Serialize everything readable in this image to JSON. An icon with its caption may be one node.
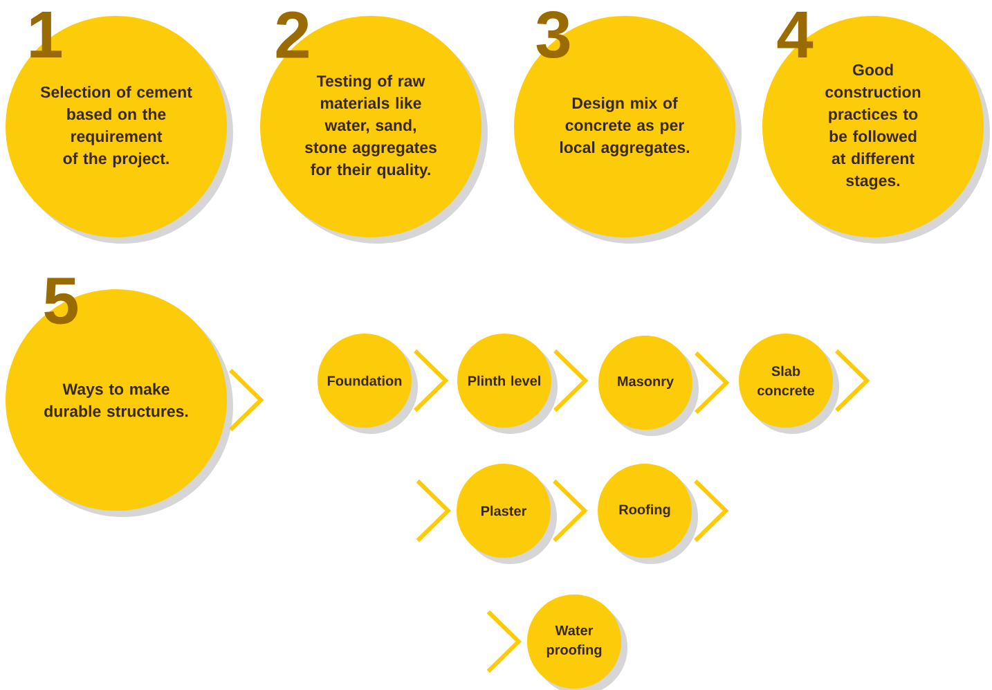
{
  "diagram": {
    "nodes": [
      {
        "text": [
          "Selection of cement based on the requirement of the project."
        ],
        "beside": [
          "1"
        ]
      },
      {
        "text": [
          "Testing of raw materials like water, sand, stone aggregates for their quality."
        ],
        "beside": [
          "2"
        ]
      },
      {
        "text": [
          "Design mix of concrete as per local aggregates."
        ],
        "beside": [
          "3"
        ]
      },
      {
        "text": [
          "Good construction practices to be followed at different stages."
        ],
        "beside": [
          "4"
        ]
      },
      {
        "text": [
          "Ways to make durable structures."
        ],
        "beside": [
          "5"
        ]
      },
      {
        "text": [
          "Foundation"
        ]
      },
      {
        "text": [
          "Plinth level"
        ]
      },
      {
        "text": [
          "Masonry"
        ]
      },
      {
        "text": [
          "Slab concrete"
        ]
      },
      {
        "text": [
          "Plaster"
        ]
      },
      {
        "text": [
          "Roofing"
        ]
      },
      {
        "text": [
          "Water proofing"
        ]
      }
    ],
    "edges": [
      {
        "from": 4,
        "to": 5,
        "arrow": "to"
      },
      {
        "from": 5,
        "to": 6,
        "arrow": "to"
      },
      {
        "from": 6,
        "to": 7,
        "arrow": "to"
      },
      {
        "from": 7,
        "to": 8,
        "arrow": "to"
      },
      {
        "from": 8,
        "to": null,
        "arrow": "to"
      },
      {
        "from": null,
        "to": 9,
        "arrow": "to"
      },
      {
        "from": 9,
        "to": 10,
        "arrow": "to"
      },
      {
        "from": 10,
        "to": null,
        "arrow": "to"
      },
      {
        "from": null,
        "to": 11,
        "arrow": "to"
      }
    ]
  }
}
